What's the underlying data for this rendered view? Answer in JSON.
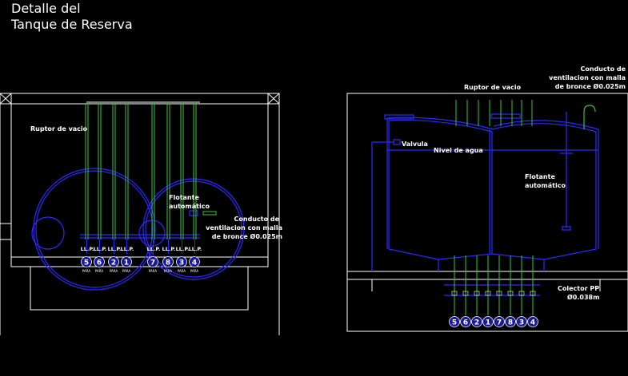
{
  "title": {
    "line1": "Detalle  del",
    "line2": "Tanque de Reserva"
  },
  "colors": {
    "background": "#000000",
    "structure": "#ffffff",
    "tank": "#2a2aff",
    "pipe": "#3fbf3f",
    "badge": "#1a1a9a"
  },
  "plan": {
    "ruptor": "Ruptor de vacio",
    "flotante": [
      "Flotante",
      "automático"
    ],
    "conducto": [
      "Conducto de",
      "ventilacion con malla",
      "de bronce Ø0.025m"
    ],
    "llp": [
      "LL.P.",
      "LL.P.",
      "LL.P.",
      "LL.P.",
      "LL.P.",
      "LL.P.",
      "LL.P.",
      "LL.P."
    ],
    "numbers": [
      "5",
      "6",
      "2",
      "1",
      "7",
      "8",
      "3",
      "4"
    ],
    "tiny": [
      "PARA",
      "PARA",
      "PARA",
      "PARA",
      "PARA",
      "PARA",
      "PARA",
      "PARA"
    ]
  },
  "section": {
    "ruptor": "Ruptor de vacio",
    "conducto": [
      "Conducto de",
      "ventilacion con malla",
      "de bronce Ø0.025m"
    ],
    "valvula": "Valvula",
    "nivel": "Nivel de agua",
    "flotante": [
      "Flotante",
      "automático"
    ],
    "colector": [
      "Colector PP",
      "Ø0.038m"
    ],
    "numbers": [
      "5",
      "6",
      "2",
      "1",
      "7",
      "8",
      "3",
      "4"
    ]
  }
}
